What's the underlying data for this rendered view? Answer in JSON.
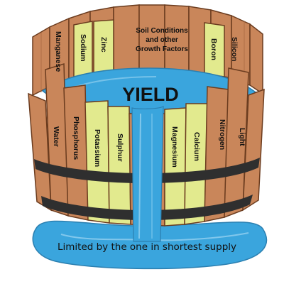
{
  "diagram": {
    "center_label": "YIELD",
    "caption": "Limited by the one in shortest supply",
    "top_label_lines": [
      "Soil Conditions",
      "and other",
      "Growth Factors"
    ],
    "colors": {
      "stave": "#c9865a",
      "stave_edge": "#6b3c1f",
      "limiting_stave": "#e2ea8e",
      "water": "#3aa5dd",
      "water_light": "#7cc7ec",
      "hoop": "#2f2f2f"
    },
    "staves": [
      {
        "label": "Water",
        "nutrient": true
      },
      {
        "label": "Phosphorus",
        "nutrient": true
      },
      {
        "label": "Potassium",
        "nutrient": true
      },
      {
        "label": "Sulphur",
        "nutrient": true
      },
      {
        "label": "Magnesium",
        "nutrient": true
      },
      {
        "label": "Calcium",
        "nutrient": true
      },
      {
        "label": "Nitrogen",
        "nutrient": true
      },
      {
        "label": "Light",
        "nutrient": true
      },
      {
        "label": "Manganese",
        "nutrient": true
      },
      {
        "label": "Sodium",
        "nutrient": true
      },
      {
        "label": "Zinc",
        "nutrient": true
      },
      {
        "label": "Boron",
        "nutrient": true
      },
      {
        "label": "Silicon",
        "nutrient": true
      }
    ]
  }
}
